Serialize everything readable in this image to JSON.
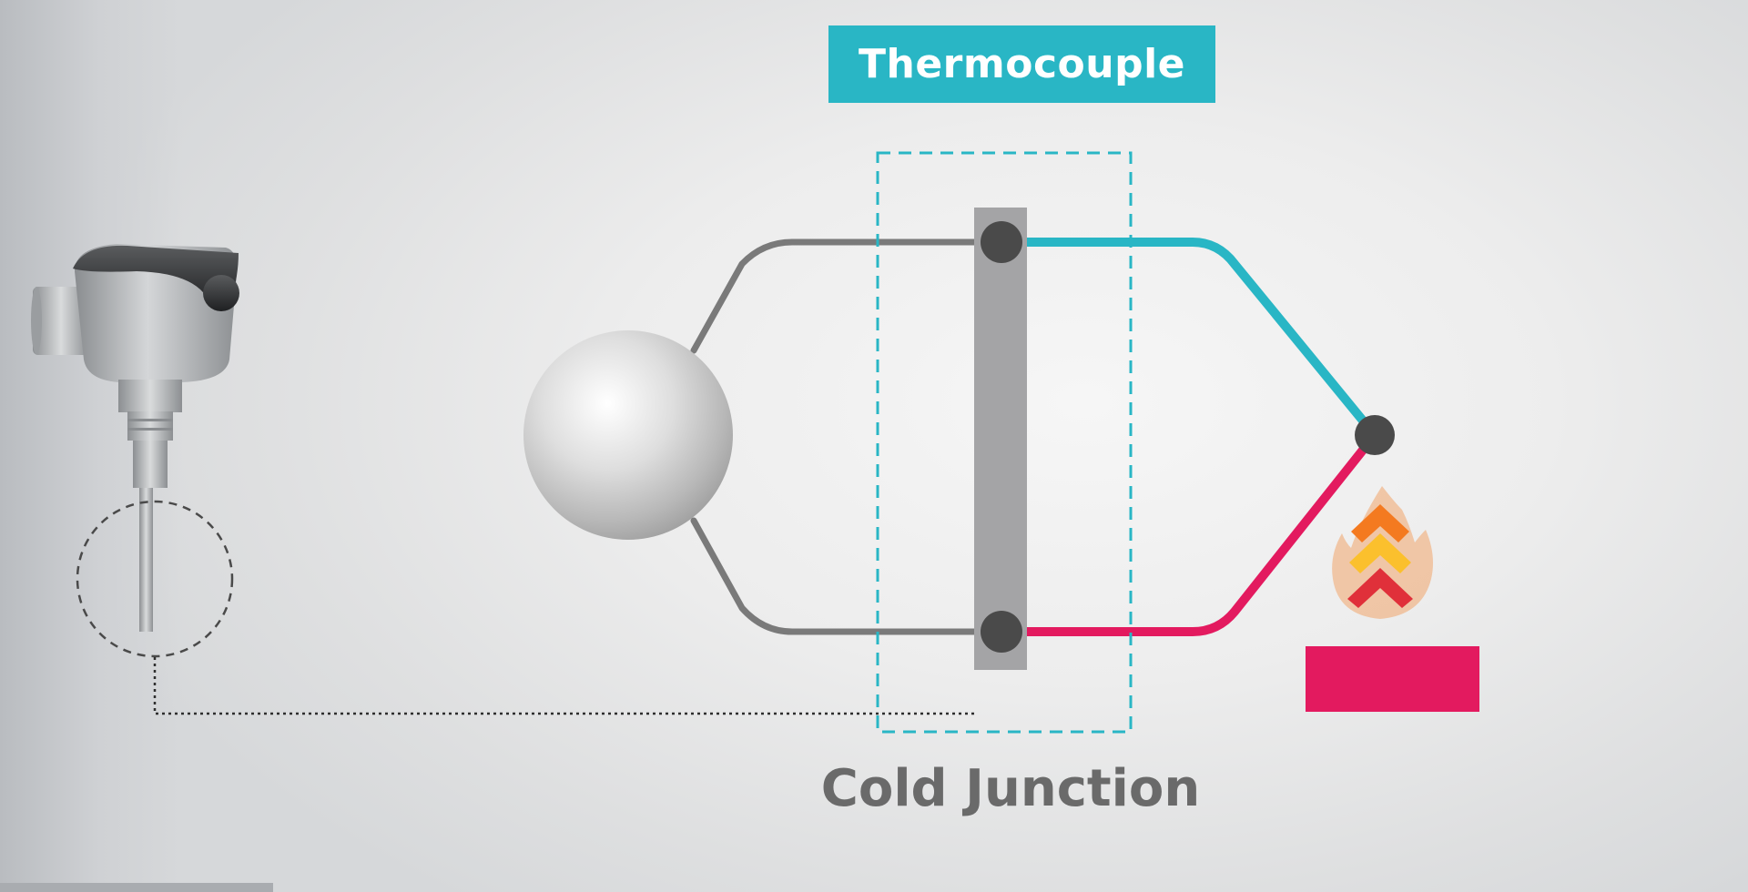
{
  "title": "Thermocouple",
  "cold_junction_label": "Cold Junction",
  "colors": {
    "accent_cyan": "#29b6c5",
    "wire_magenta": "#e31a5f",
    "wire_gray": "#7a7a7a",
    "terminal_dark": "#4a4a4a",
    "flame_orange": "#f47a20",
    "flame_yellow": "#fbc02d"
  },
  "icons": {
    "sensor": "thermocouple-probe-icon",
    "meter": "meter-sphere-icon",
    "heat": "flame-icon",
    "heat_source": "heat-source-block"
  }
}
